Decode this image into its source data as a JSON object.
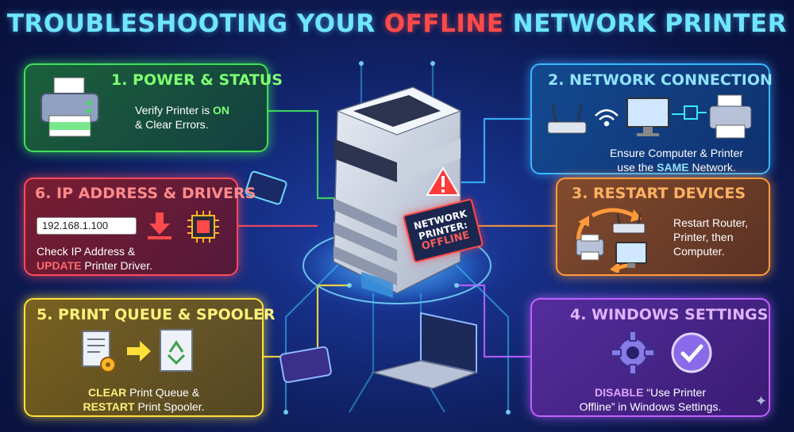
{
  "title": {
    "prefix": "TROUBLESHOOTING YOUR ",
    "highlight": "OFFLINE",
    "suffix": " NETWORK PRINTER"
  },
  "center": {
    "line1": "NETWORK",
    "line2": "PRINTER:",
    "line3": "OFFLINE"
  },
  "cards": {
    "power": {
      "title": "1. POWER & STATUS",
      "text_pre": "Verify Printer is ",
      "text_em": "ON",
      "text_post": "& Clear Errors."
    },
    "network": {
      "title": "2. NETWORK CONNECTION",
      "line1": "Ensure Computer & Printer",
      "line2_pre": "use the ",
      "line2_em": "SAME",
      "line2_post": " Network."
    },
    "restart": {
      "title": "3. RESTART DEVICES",
      "line1": "Restart Router,",
      "line2": "Printer, then",
      "line3": "Computer."
    },
    "windows": {
      "title": "4. WINDOWS SETTINGS",
      "line1_em": "DISABLE",
      "line1_post": " “Use Printer",
      "line2": "Offline” in Windows Settings."
    },
    "queue": {
      "title": "5. PRINT QUEUE & SPOOLER",
      "line1_em": "CLEAR",
      "line1_post": " Print Queue &",
      "line2_em": "RESTART",
      "line2_post": " Print Spooler."
    },
    "ip": {
      "title": "6. IP ADDRESS & DRIVERS",
      "ip_value": "192.168.1.100",
      "line1": "Check IP Address &",
      "line2_em": "UPDATE",
      "line2_post": " Printer Driver."
    }
  },
  "colors": {
    "power": "#3fe05a",
    "network": "#38b8ff",
    "restart": "#ff9a3a",
    "windows": "#c060ff",
    "queue": "#ffe03a",
    "ip": "#ff4a5a",
    "alert": "#ff4a4a"
  },
  "icons": {
    "power": "printer-icon",
    "network": [
      "router-icon",
      "wifi-icon",
      "monitor-icon",
      "ethernet-icon",
      "printer-icon"
    ],
    "restart": [
      "cycle-arrows-icon",
      "printer-icon",
      "router-icon",
      "monitor-icon"
    ],
    "windows": [
      "gear-icon",
      "checkmark-icon"
    ],
    "queue": [
      "document-gear-icon",
      "arrow-right-icon",
      "recycle-document-icon"
    ],
    "ip": [
      "download-icon",
      "chip-icon"
    ]
  }
}
